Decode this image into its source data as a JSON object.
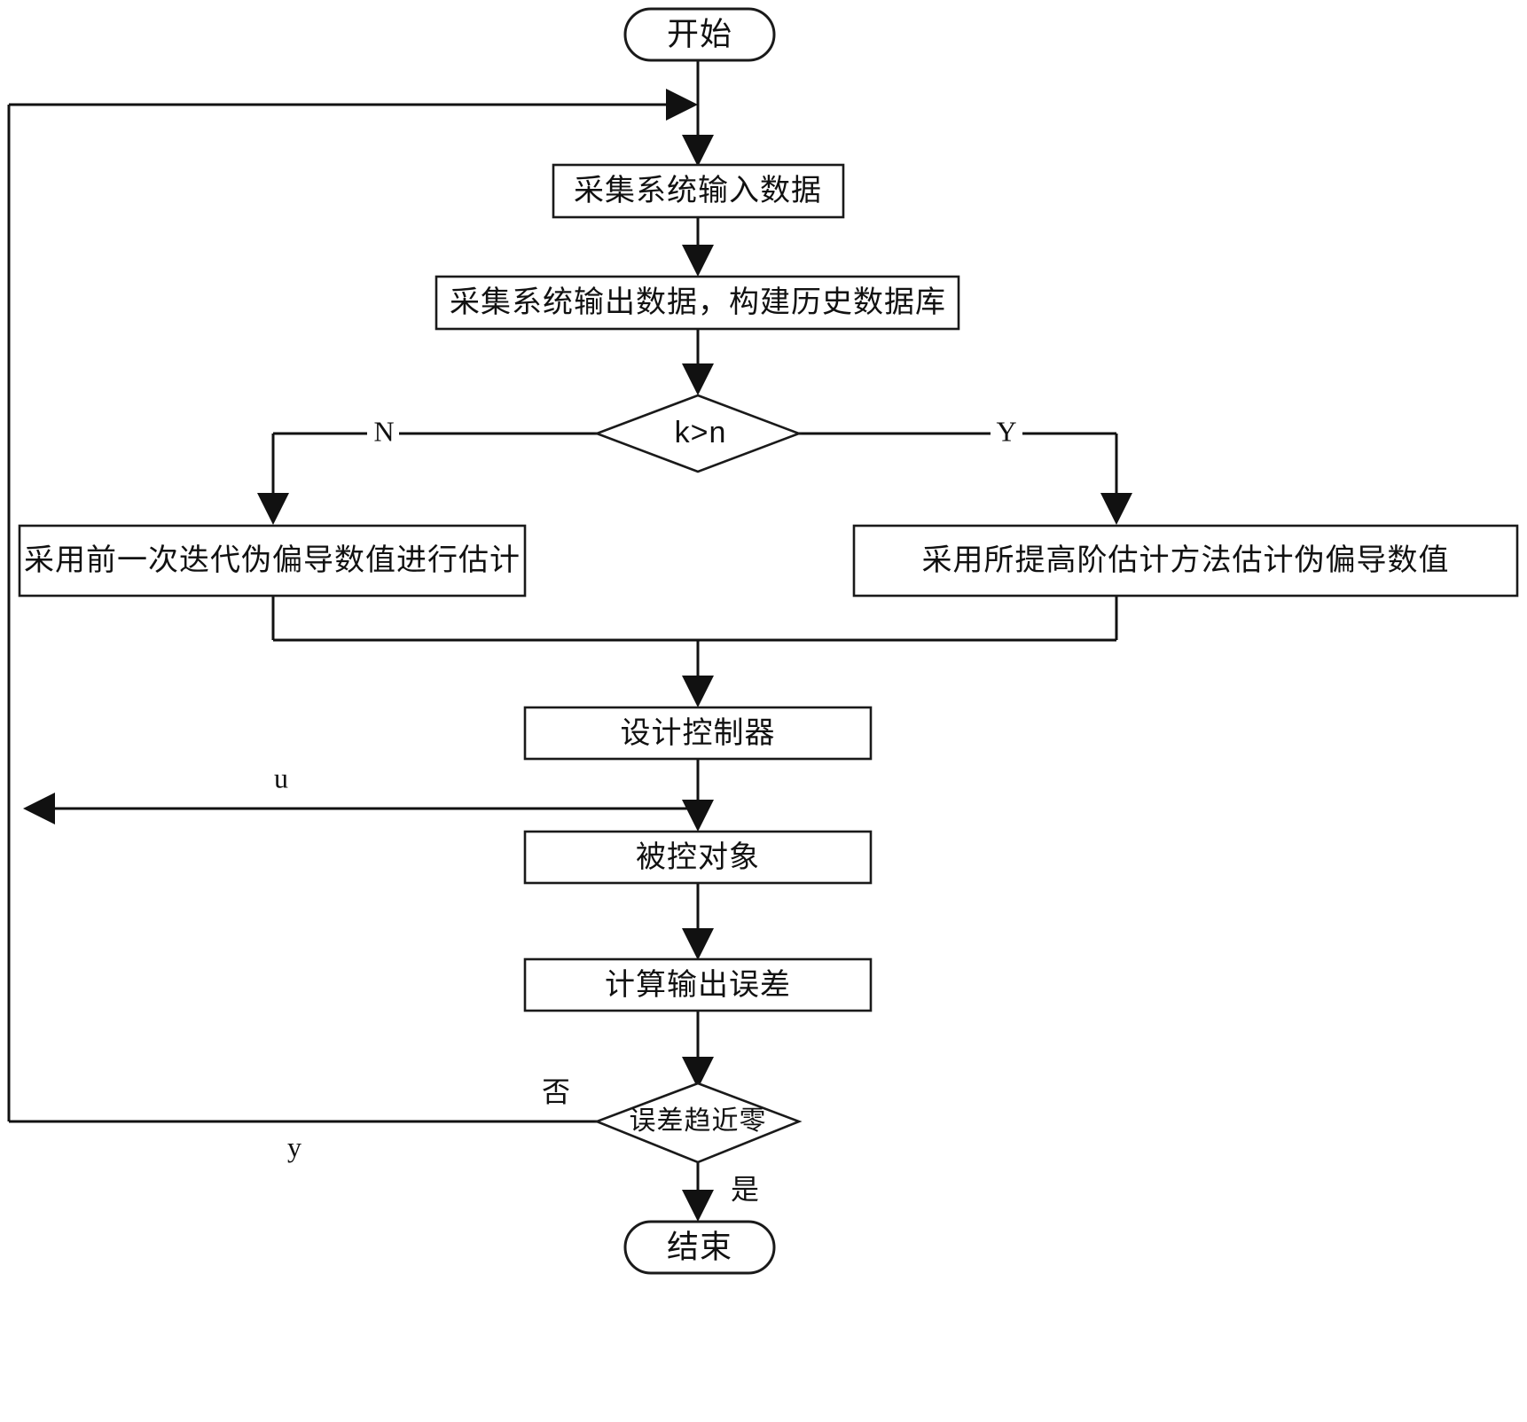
{
  "diagram": {
    "type": "flowchart",
    "orientation": "top-to-bottom",
    "language": "zh-CN",
    "background_color": "#ffffff",
    "line_color": "#111111",
    "nodes": [
      {
        "id": "start",
        "shape": "terminator",
        "label": "开始"
      },
      {
        "id": "collect_in",
        "shape": "process",
        "label": "采集系统输入数据"
      },
      {
        "id": "collect_out",
        "shape": "process",
        "label": "采集系统输出数据，构建历史数据库"
      },
      {
        "id": "cond_kn",
        "shape": "decision",
        "label": "k>n"
      },
      {
        "id": "prev_iter",
        "shape": "process",
        "label": "采用前一次迭代伪偏导数值进行估计"
      },
      {
        "id": "high_order",
        "shape": "process",
        "label": "采用所提高阶估计方法估计伪偏导数值"
      },
      {
        "id": "design_ctrl",
        "shape": "process",
        "label": "设计控制器"
      },
      {
        "id": "plant",
        "shape": "process",
        "label": "被控对象"
      },
      {
        "id": "calc_err",
        "shape": "process",
        "label": "计算输出误差"
      },
      {
        "id": "cond_err",
        "shape": "decision",
        "label": "误差趋近零"
      },
      {
        "id": "end",
        "shape": "terminator",
        "label": "结束"
      }
    ],
    "edge_labels": {
      "kn_no": "N",
      "kn_yes": "Y",
      "control_signal": "u",
      "output_signal": "y",
      "err_no": "否",
      "err_yes": "是"
    }
  }
}
